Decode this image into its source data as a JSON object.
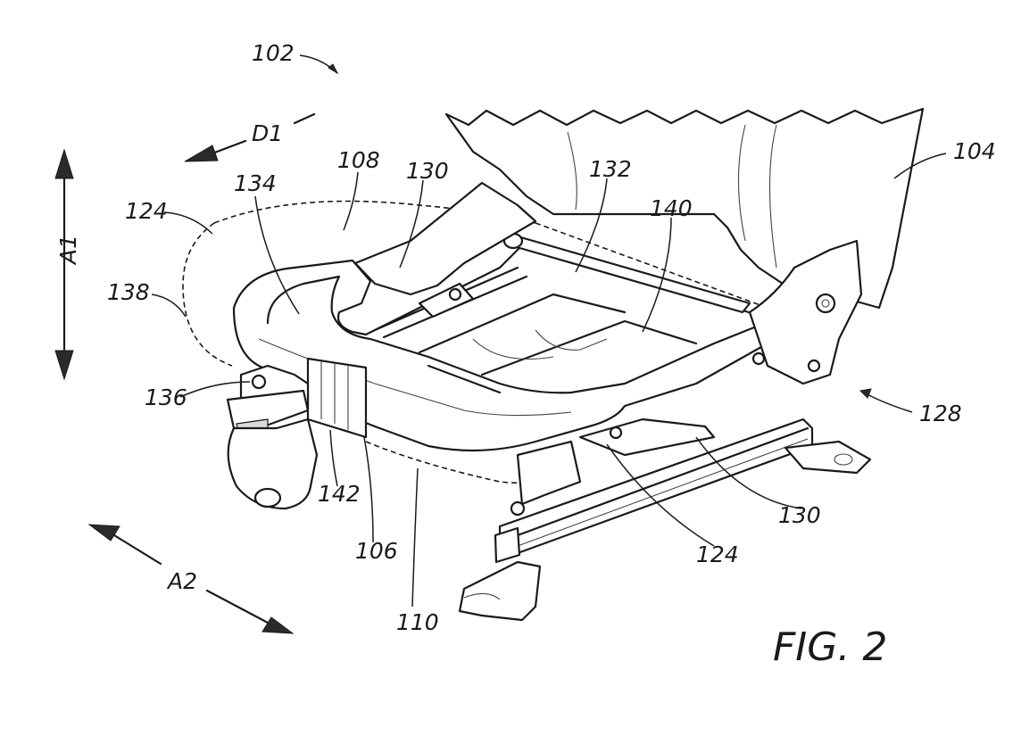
{
  "figure_caption": "FIG. 2",
  "reference_labels": {
    "l102": "102",
    "l104": "104",
    "l106": "106",
    "l108": "108",
    "l110": "110",
    "l124_top": "124",
    "l124_bottom": "124",
    "l128": "128",
    "l130_top": "130",
    "l130_bottom": "130",
    "l132": "132",
    "l134": "134",
    "l136": "136",
    "l138": "138",
    "l140": "140",
    "l142": "142"
  },
  "direction_labels": {
    "d1": "D1",
    "a1": "A1",
    "a2": "A2"
  }
}
